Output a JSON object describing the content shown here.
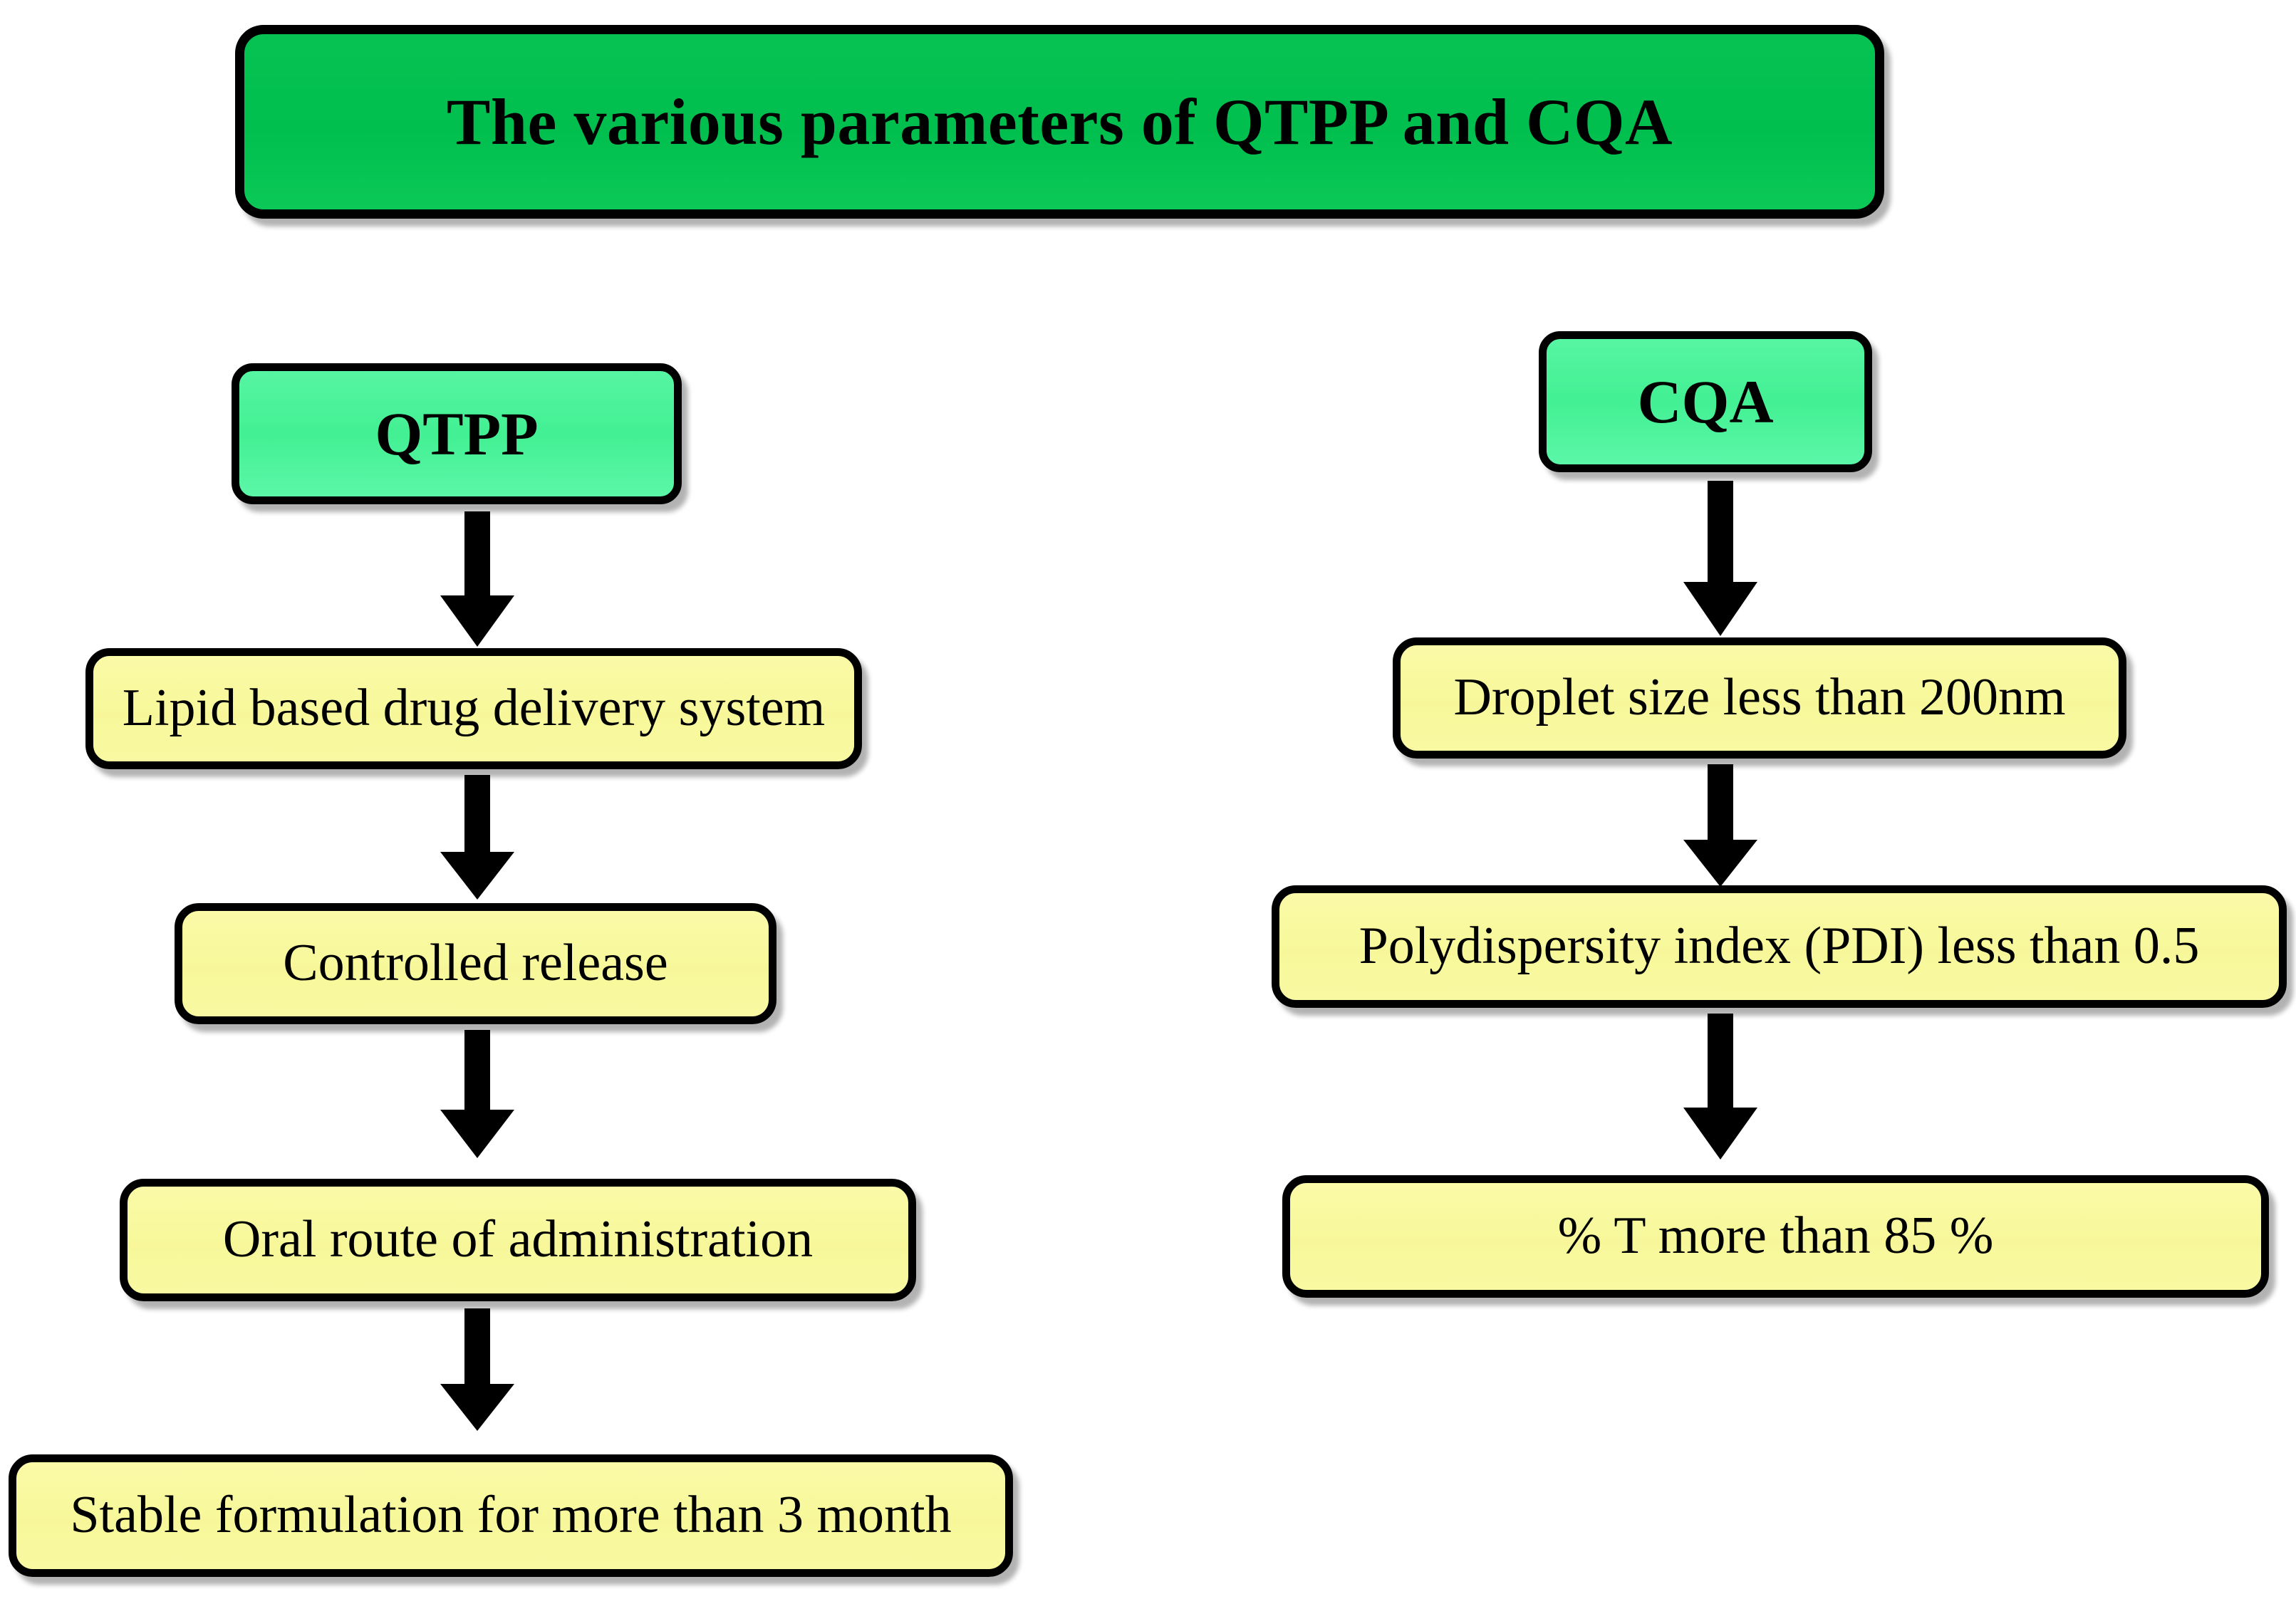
{
  "diagram": {
    "title": "The various parameters of QTPP and CQA",
    "background_color": "#ffffff",
    "title_fill": "#00bf4e",
    "branch_fill": "#4df09a",
    "step_fill": "#f7f79a",
    "border_color": "#000000",
    "arrow_color": "#000000"
  },
  "branches": [
    {
      "id": "qtpp",
      "label": "QTPP",
      "steps": [
        {
          "label": "Lipid based drug delivery system"
        },
        {
          "label": "Controlled release"
        },
        {
          "label": "Oral route of administration"
        },
        {
          "label": "Stable formulation for more than 3 month"
        }
      ]
    },
    {
      "id": "cqa",
      "label": "CQA",
      "steps": [
        {
          "label": "Droplet size less than 200nm"
        },
        {
          "label": "Polydispersity index (PDI) less than 0.5"
        },
        {
          "label": "% T more than 85 %"
        }
      ]
    }
  ],
  "chart_data": {
    "type": "diagram",
    "title": "The various parameters of QTPP and CQA",
    "nodes": [
      {
        "id": "title",
        "text": "The various parameters of QTPP and CQA",
        "fill": "#00bf4e",
        "shape": "rounded-rect"
      },
      {
        "id": "qtpp",
        "text": "QTPP",
        "fill": "#4df09a",
        "shape": "rounded-rect"
      },
      {
        "id": "qtpp-1",
        "text": "Lipid based drug delivery system",
        "fill": "#f7f79a",
        "shape": "rounded-rect"
      },
      {
        "id": "qtpp-2",
        "text": "Controlled release",
        "fill": "#f7f79a",
        "shape": "rounded-rect"
      },
      {
        "id": "qtpp-3",
        "text": "Oral route of administration",
        "fill": "#f7f79a",
        "shape": "rounded-rect"
      },
      {
        "id": "qtpp-4",
        "text": "Stable formulation for more than 3 month",
        "fill": "#f7f79a",
        "shape": "rounded-rect"
      },
      {
        "id": "cqa",
        "text": "CQA",
        "fill": "#4df09a",
        "shape": "rounded-rect"
      },
      {
        "id": "cqa-1",
        "text": "Droplet size less than 200nm",
        "fill": "#f7f79a",
        "shape": "rounded-rect"
      },
      {
        "id": "cqa-2",
        "text": "Polydispersity index (PDI) less than 0.5",
        "fill": "#f7f79a",
        "shape": "rounded-rect"
      },
      {
        "id": "cqa-3",
        "text": "% T more than 85 %",
        "fill": "#f7f79a",
        "shape": "rounded-rect"
      }
    ],
    "edges": [
      {
        "from": "qtpp",
        "to": "qtpp-1",
        "style": "block-arrow-down"
      },
      {
        "from": "qtpp-1",
        "to": "qtpp-2",
        "style": "block-arrow-down"
      },
      {
        "from": "qtpp-2",
        "to": "qtpp-3",
        "style": "block-arrow-down"
      },
      {
        "from": "qtpp-3",
        "to": "qtpp-4",
        "style": "block-arrow-down"
      },
      {
        "from": "cqa",
        "to": "cqa-1",
        "style": "block-arrow-down"
      },
      {
        "from": "cqa-1",
        "to": "cqa-2",
        "style": "block-arrow-down"
      },
      {
        "from": "cqa-2",
        "to": "cqa-3",
        "style": "block-arrow-down"
      }
    ]
  }
}
